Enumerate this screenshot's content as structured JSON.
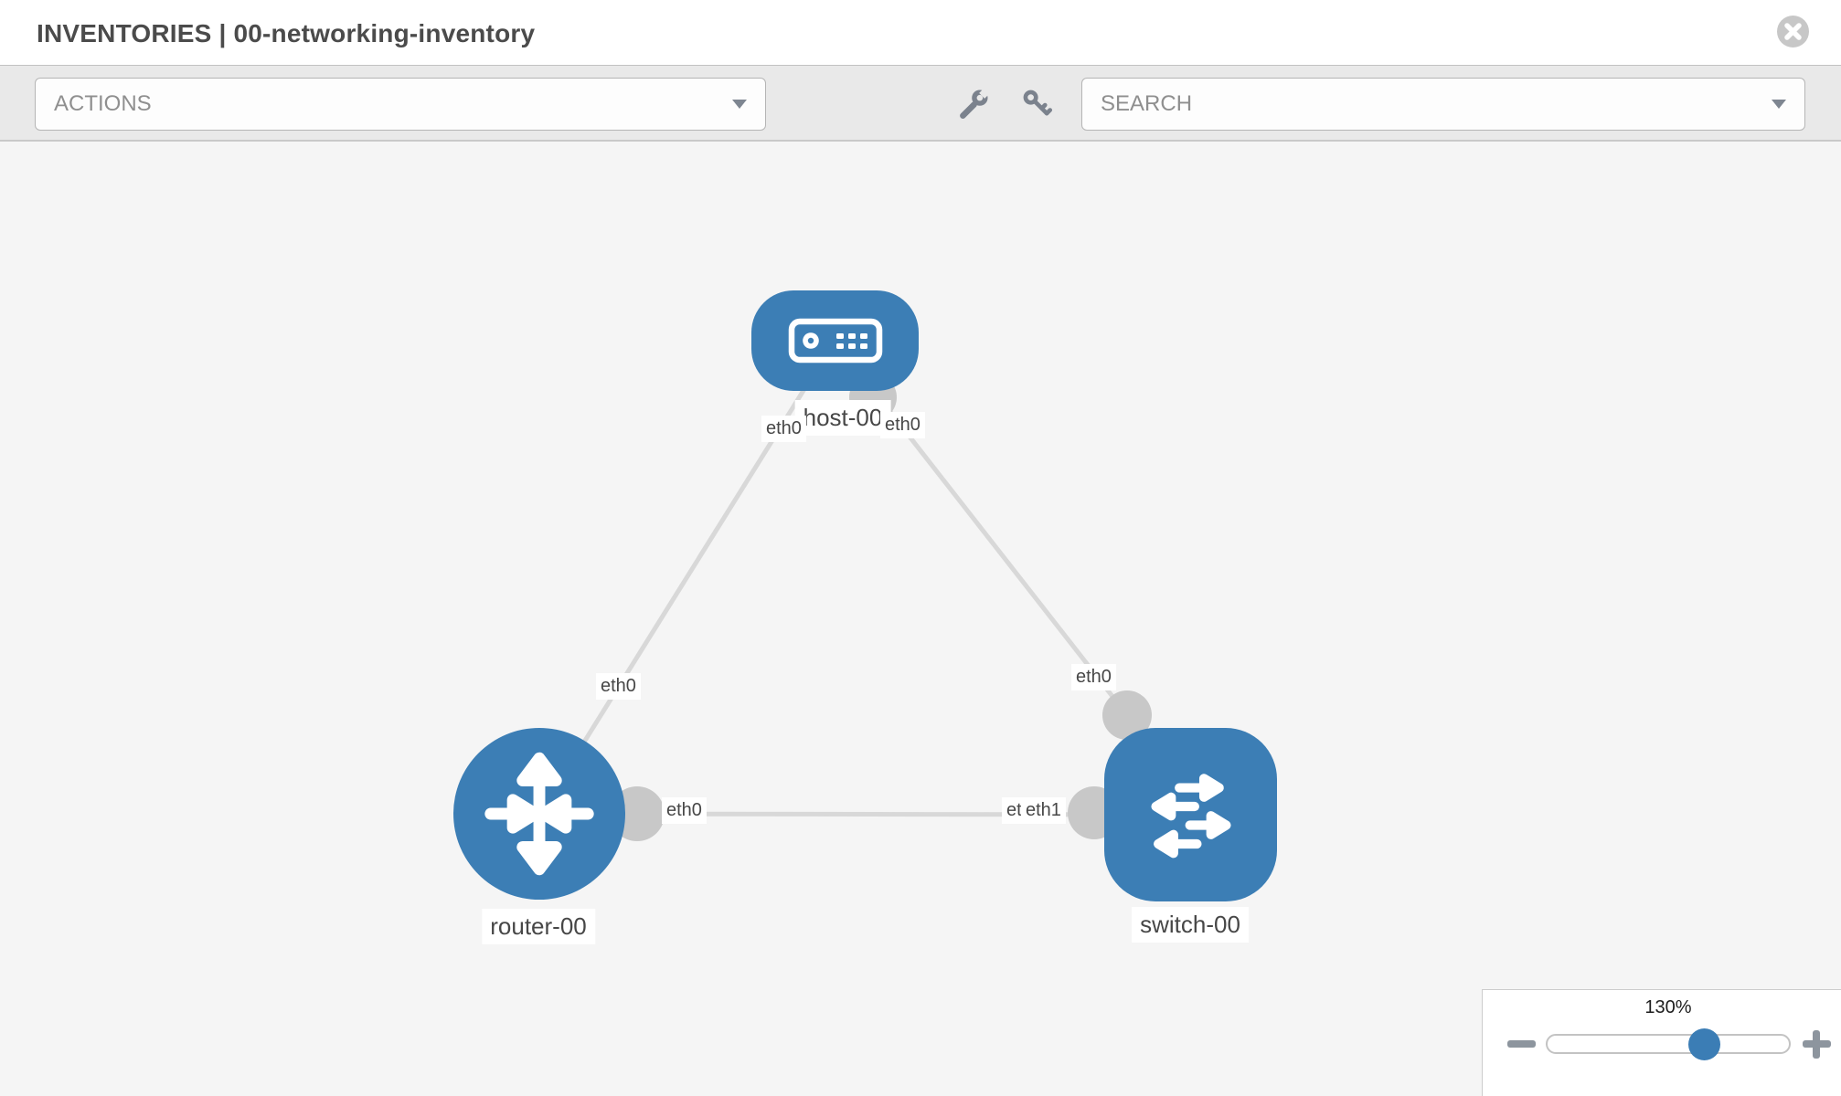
{
  "header": {
    "title": "INVENTORIES | 00-networking-inventory"
  },
  "toolbar": {
    "actions_label": "ACTIONS",
    "search_placeholder": "SEARCH",
    "icons": [
      "wrench-icon",
      "key-icon"
    ]
  },
  "topology": {
    "nodes": [
      {
        "id": "host-00",
        "type": "host",
        "label": "host-00"
      },
      {
        "id": "router-00",
        "type": "router",
        "label": "router-00"
      },
      {
        "id": "switch-00",
        "type": "switch",
        "label": "switch-00"
      }
    ],
    "links": [
      {
        "from": "host-00",
        "to": "router-00",
        "from_label": "eth0",
        "to_label": "eth0"
      },
      {
        "from": "host-00",
        "to": "switch-00",
        "from_label": "eth0",
        "to_label": "eth0"
      },
      {
        "from": "router-00",
        "to": "switch-00",
        "from_label": "eth0",
        "to_label": "eth1",
        "to_label_overlapped": "eth0"
      }
    ]
  },
  "zoom_control": {
    "level": "130%",
    "minus_icon": "minus-icon",
    "plus_icon": "plus-icon"
  },
  "colors": {
    "node_blue": "#3c7eb5",
    "link_gray": "#d8d8d8",
    "connector_gray": "#c8c8c8",
    "canvas_bg": "#f5f5f5",
    "toolbar_bg": "#e9e9e9"
  }
}
